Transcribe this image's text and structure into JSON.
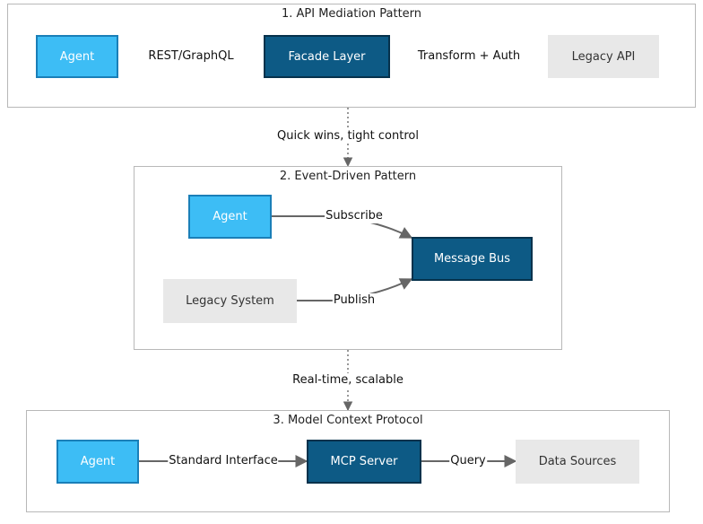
{
  "sections": {
    "api": {
      "title": "1. API Mediation Pattern",
      "agent": "Agent",
      "facade": "Facade Layer",
      "legacy_api": "Legacy API",
      "edge_rest": "REST/GraphQL",
      "edge_transform": "Transform + Auth"
    },
    "event": {
      "title": "2. Event-Driven Pattern",
      "agent": "Agent",
      "bus": "Message Bus",
      "legacy_system": "Legacy System",
      "edge_subscribe": "Subscribe",
      "edge_publish": "Publish"
    },
    "mcp": {
      "title": "3. Model Context Protocol",
      "agent": "Agent",
      "server": "MCP Server",
      "sources": "Data Sources",
      "edge_standard": "Standard Interface",
      "edge_query": "Query"
    }
  },
  "transitions": {
    "first": "Quick wins, tight control",
    "second": "Real-time, scalable"
  },
  "colors": {
    "agent_fill": "#3dbdf5",
    "dark_fill": "#0d5a85",
    "legacy_fill": "#e8e8e8",
    "edge": "#666666"
  }
}
